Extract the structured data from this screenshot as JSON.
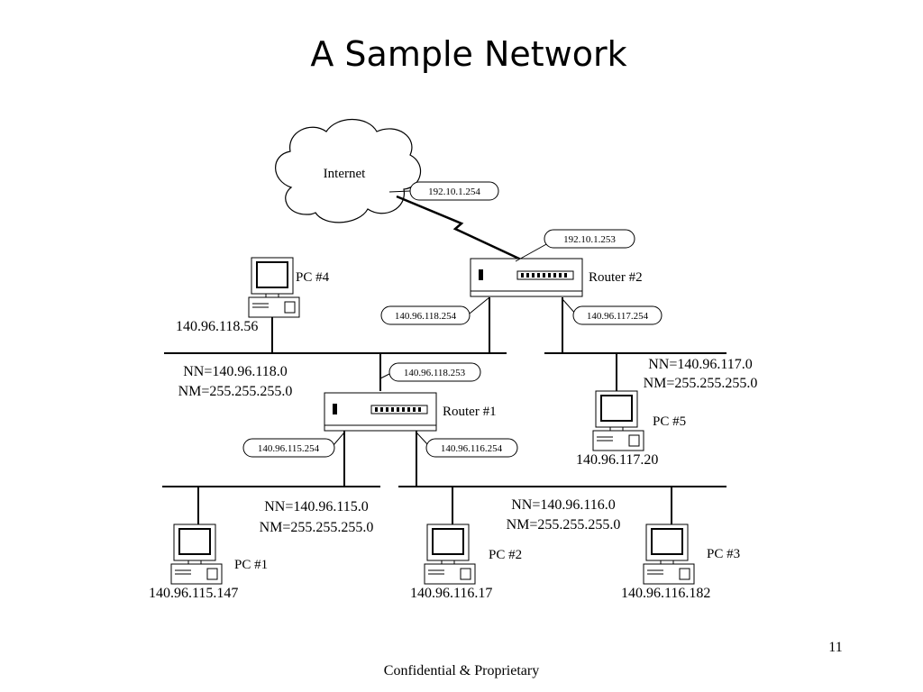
{
  "title": "A Sample Network",
  "footer": {
    "text": "Confidential & Proprietary",
    "page_number": "11"
  },
  "cloud": {
    "label": "Internet"
  },
  "routers": {
    "router2": {
      "label": "Router #2"
    },
    "router1": {
      "label": "Router #1"
    }
  },
  "pcs": {
    "pc4": {
      "label": "PC #4",
      "ip": "140.96.118.56"
    },
    "pc5": {
      "label": "PC #5",
      "ip": "140.96.117.20"
    },
    "pc1": {
      "label": "PC #1",
      "ip": "140.96.115.147"
    },
    "pc2": {
      "label": "PC #2",
      "ip": "140.96.116.17"
    },
    "pc3": {
      "label": "PC #3",
      "ip": "140.96.116.182"
    }
  },
  "interfaces": {
    "internet_side": "192.10.1.254",
    "router2_wan": "192.10.1.253",
    "router2_118": "140.96.118.254",
    "router2_117": "140.96.117.254",
    "router1_118": "140.96.118.253",
    "router1_115": "140.96.115.254",
    "router1_116": "140.96.116.254"
  },
  "networks": {
    "net118": {
      "nn": "NN=140.96.118.0",
      "nm": "NM=255.255.255.0"
    },
    "net117": {
      "nn": "NN=140.96.117.0",
      "nm": "NM=255.255.255.0"
    },
    "net115": {
      "nn": "NN=140.96.115.0",
      "nm": "NM=255.255.255.0"
    },
    "net116": {
      "nn": "NN=140.96.116.0",
      "nm": "NM=255.255.255.0"
    }
  },
  "icons": {
    "router": "router-icon",
    "pc": "desktop-computer-icon",
    "cloud": "cloud-icon",
    "link": "serial-link-icon"
  }
}
